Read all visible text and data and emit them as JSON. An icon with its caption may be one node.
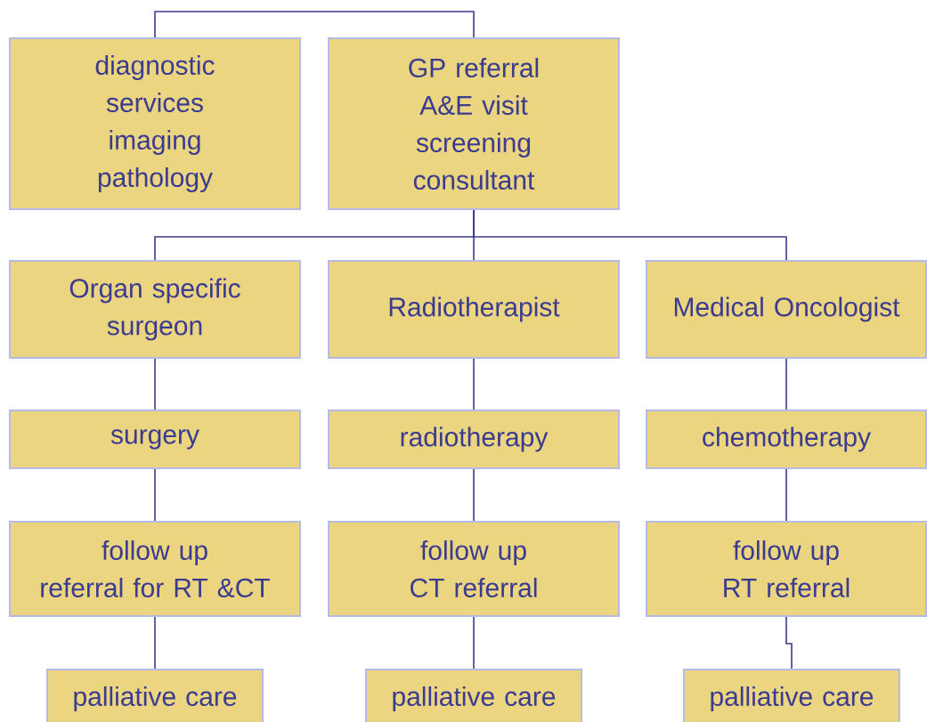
{
  "diagram": {
    "nodes": [
      {
        "text": [
          "diagnostic services imaging pathology"
        ]
      },
      {
        "text": [
          "GP referral",
          "A&E visit",
          "screening",
          "consultant"
        ]
      },
      {
        "text": [
          "Organ specific surgeon"
        ]
      },
      {
        "text": [
          "Radiotherapist"
        ]
      },
      {
        "text": [
          "Medical Oncologist"
        ]
      },
      {
        "text": [
          "surgery"
        ]
      },
      {
        "text": [
          "radiotherapy"
        ]
      },
      {
        "text": [
          "chemotherapy"
        ]
      },
      {
        "text": [
          "follow up",
          "referral for RT &CT"
        ]
      },
      {
        "text": [
          "follow up",
          "CT referral"
        ]
      },
      {
        "text": [
          "follow up",
          "RT referral"
        ]
      },
      {
        "text": [
          "palliative care"
        ]
      },
      {
        "text": [
          "palliative care"
        ]
      },
      {
        "text": [
          "palliative care"
        ]
      }
    ],
    "edges": [
      {
        "from": 0,
        "to": 1,
        "arrow": "none"
      },
      {
        "from": 1,
        "to": 2,
        "arrow": "none"
      },
      {
        "from": 1,
        "to": 3,
        "arrow": "none"
      },
      {
        "from": 1,
        "to": 4,
        "arrow": "none"
      },
      {
        "from": 2,
        "to": 5,
        "arrow": "none"
      },
      {
        "from": 3,
        "to": 6,
        "arrow": "none"
      },
      {
        "from": 4,
        "to": 7,
        "arrow": "none"
      },
      {
        "from": 5,
        "to": 8,
        "arrow": "none"
      },
      {
        "from": 6,
        "to": 9,
        "arrow": "none"
      },
      {
        "from": 7,
        "to": 10,
        "arrow": "none"
      },
      {
        "from": 8,
        "to": 11,
        "arrow": "none"
      },
      {
        "from": 9,
        "to": 12,
        "arrow": "none"
      },
      {
        "from": 10,
        "to": 13,
        "arrow": "none"
      }
    ]
  }
}
